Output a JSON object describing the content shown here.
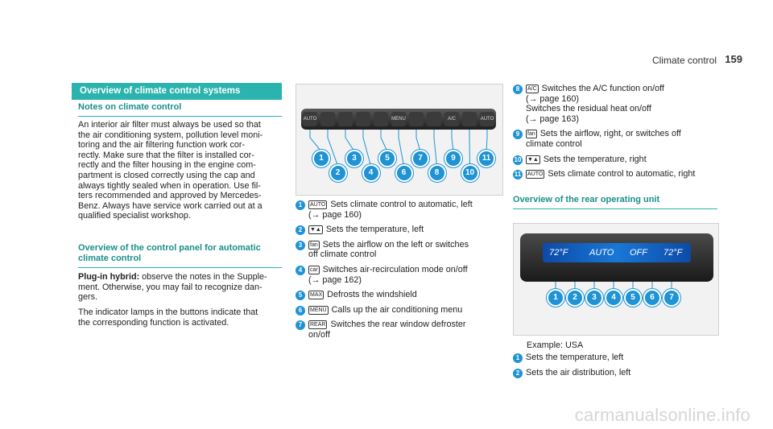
{
  "header": {
    "section_title": "Climate control",
    "page_number": "159"
  },
  "left": {
    "section_title": "Overview of climate control systems",
    "notes_heading": "Notes on climate control",
    "notes_body": "An interior air filter must always be used so that\nthe air conditioning system, pollution level moni-\ntoring and the air filtering function work cor-\nrectly. Make sure that the filter is installed cor-\nrectly and the filter housing in the engine com-\npartment is closed correctly using the cap and\nalways tightly sealed when in operation. Use fil-\nters recommended and approved by Mercedes-\nBenz. Always have service work carried out at a\nqualified specialist workshop.",
    "overview_heading": "Overview of the control panel for automatic\nclimate control",
    "plugin_label": "Plug-in hybrid:",
    "plugin_text": " observe the notes in the Supple-\nment. Otherwise, you may fail to recognize dan-\ngers.",
    "indicator_text": "The indicator lamps in the buttons indicate that\nthe corresponding function is activated."
  },
  "front_panel": {
    "callouts": [
      "1",
      "2",
      "3",
      "4",
      "5",
      "6",
      "7",
      "8",
      "9",
      "10",
      "11"
    ],
    "button_labels": [
      "AUTO",
      "",
      "",
      "",
      "",
      "MENU",
      "",
      "",
      "A/C",
      "",
      "AUTO"
    ]
  },
  "middle_items": [
    {
      "num": "1",
      "icon": "AUTO",
      "text": "Sets climate control to automatic, left\n(→ page 160)"
    },
    {
      "num": "2",
      "icon": "▼▲",
      "text": "Sets the temperature, left"
    },
    {
      "num": "3",
      "icon": "fan",
      "text": "Sets the airflow on the left or switches\noff climate control"
    },
    {
      "num": "4",
      "icon": "car",
      "text": "Switches air-recirculation mode on/off\n(→ page 162)"
    },
    {
      "num": "5",
      "icon": "MAX",
      "text": "Defrosts the windshield"
    },
    {
      "num": "6",
      "icon": "MENU",
      "text": "Calls up the air conditioning menu"
    },
    {
      "num": "7",
      "icon": "REAR",
      "text": "Switches the rear window defroster\non/off"
    }
  ],
  "right_items": [
    {
      "num": "8",
      "icon": "A/C",
      "text": "Switches the A/C function on/off\n(→ page 160)\nSwitches the residual heat on/off\n(→ page 163)"
    },
    {
      "num": "9",
      "icon": "fan",
      "text": "Sets the airflow, right, or switches off\nclimate control"
    },
    {
      "num": "10",
      "icon": "▼▲",
      "text": "Sets the temperature, right"
    },
    {
      "num": "11",
      "icon": "AUTO",
      "text": "Sets climate control to automatic, right"
    }
  ],
  "rear": {
    "heading": "Overview of the rear operating unit",
    "display": [
      "72°F",
      "AUTO",
      "OFF",
      "72°F"
    ],
    "callouts": [
      "1",
      "2",
      "3",
      "4",
      "5",
      "6",
      "7"
    ],
    "example": "Example: USA",
    "items": [
      {
        "num": "1",
        "text": "Sets the temperature, left"
      },
      {
        "num": "2",
        "text": "Sets the air distribution, left"
      }
    ]
  },
  "watermark": "carmanualsonline.info",
  "colors": {
    "accent": "#2bb3ad",
    "callout": "#1f93d3",
    "lcd": "#1977d6"
  }
}
